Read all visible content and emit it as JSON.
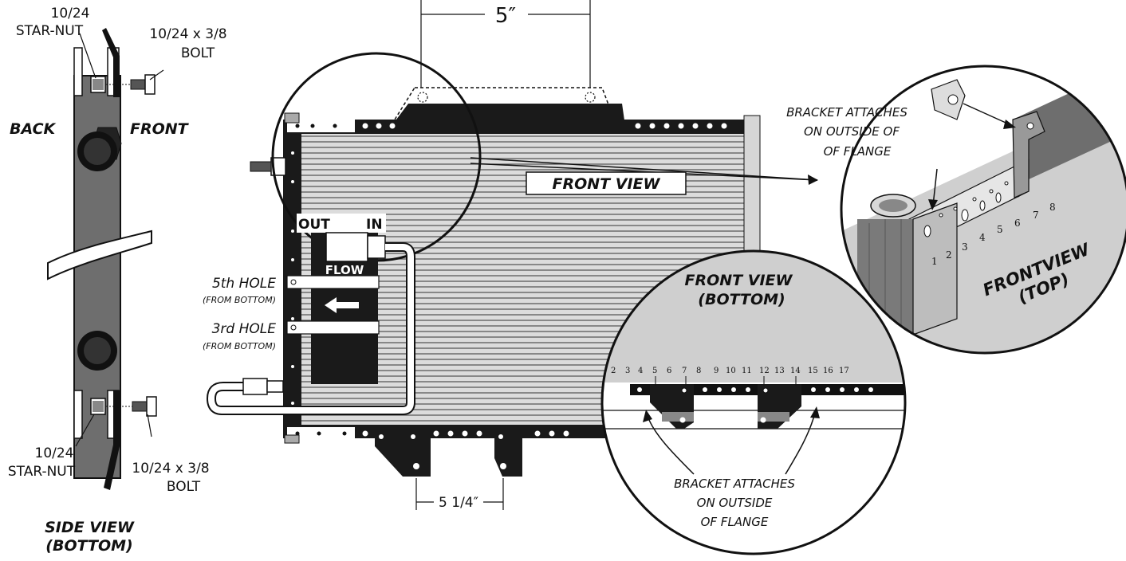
{
  "colors": {
    "ink": "#111111",
    "steel": "#6e6e6e",
    "light": "#cfcfcf",
    "fin": "#bfbfbf",
    "dark": "#1a1a1a"
  },
  "side_view": {
    "top_nut_line1": "10/24",
    "top_nut_line2": "STAR-NUT",
    "top_bolt_line1": "10/24 x 3/8",
    "top_bolt_line2": "BOLT",
    "back_label": "BACK",
    "front_label": "FRONT",
    "bottom_nut_line1": "10/24",
    "bottom_nut_line2": "STAR-NUT",
    "bottom_bolt_line1": "10/24 x 3/8",
    "bottom_bolt_line2": "BOLT",
    "title_line1": "SIDE VIEW",
    "title_line2": "(BOTTOM)"
  },
  "front_view": {
    "top_dimension": "5″",
    "bottom_dimension": "5 1/4″",
    "label": "FRONT VIEW",
    "out_label": "OUT",
    "in_label": "IN",
    "flow_label": "FLOW",
    "hole5_line1": "5th HOLE",
    "hole5_line2": "(FROM BOTTOM)",
    "hole3_line1": "3rd HOLE",
    "hole3_line2": "(FROM BOTTOM)"
  },
  "top_detail": {
    "note_line1": "BRACKET ATTACHES",
    "note_line2": "ON OUTSIDE OF",
    "note_line3": "OF FLANGE",
    "title_line1": "FRONTVIEW",
    "title_line2": "(TOP)",
    "hole_numbers": [
      "1",
      "2",
      "3",
      "4",
      "5",
      "6",
      "7",
      "8"
    ]
  },
  "bottom_detail": {
    "title_line1": "FRONT VIEW",
    "title_line2": "(BOTTOM)",
    "hole_numbers": [
      "2",
      "3",
      "4",
      "5",
      "6",
      "7",
      "8",
      "9",
      "10",
      "11",
      "12",
      "13",
      "14",
      "15",
      "16",
      "17"
    ],
    "note_line1": "BRACKET ATTACHES",
    "note_line2": "ON OUTSIDE",
    "note_line3": "OF FLANGE"
  }
}
